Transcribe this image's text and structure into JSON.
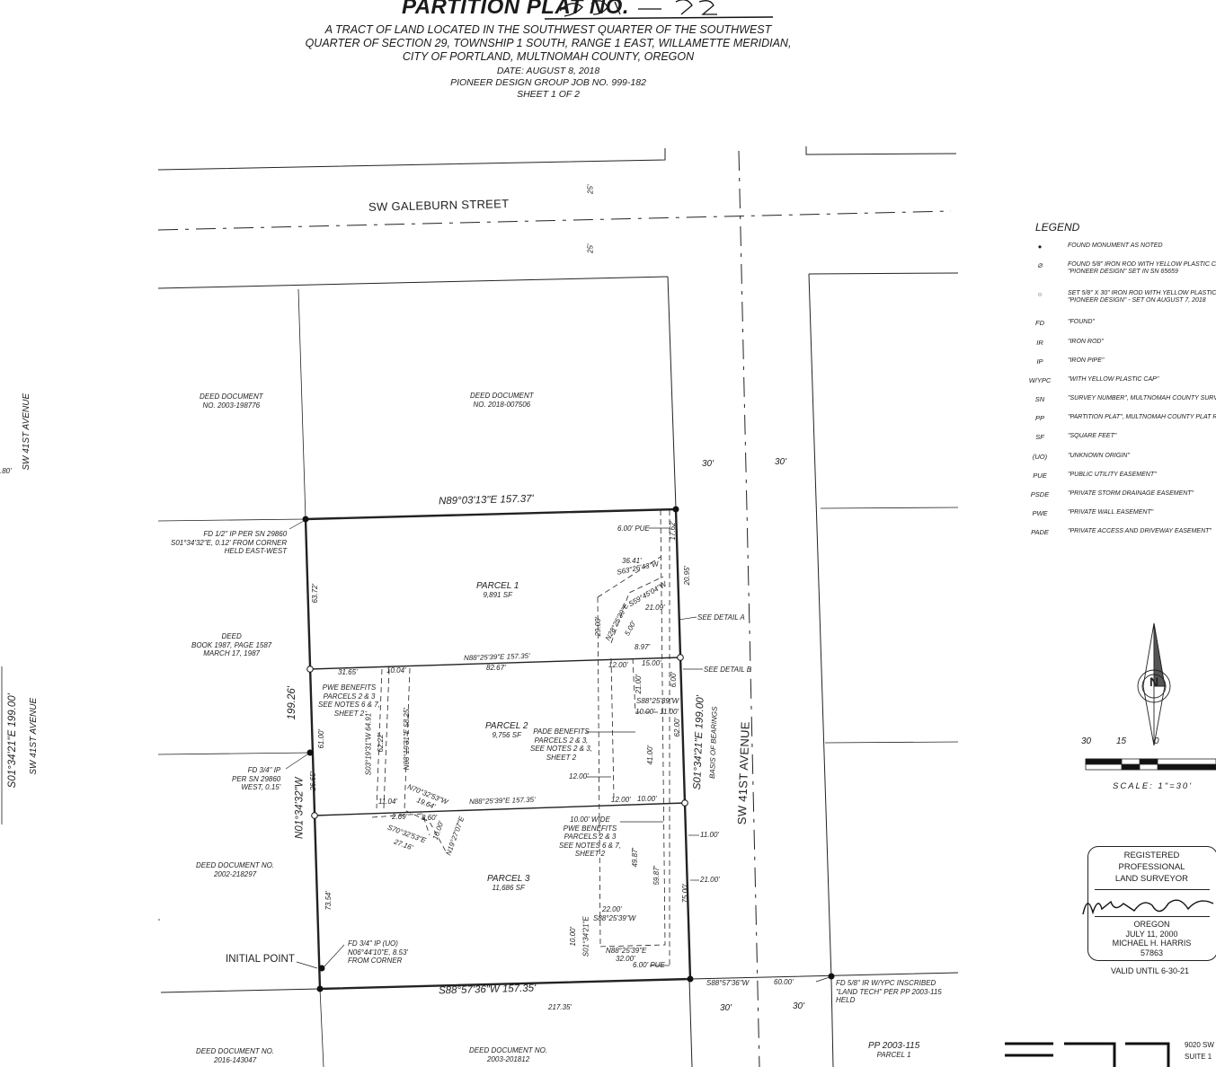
{
  "header": {
    "title": "PARTITION PLAT NO.",
    "plat_number_handwritten": "2021-32",
    "desc_line1": "A TRACT OF LAND LOCATED IN THE SOUTHWEST QUARTER OF THE SOUTHWEST",
    "desc_line2": "QUARTER OF SECTION 29, TOWNSHIP 1 SOUTH, RANGE 1 EAST, WILLAMETTE MERIDIAN,",
    "desc_line3": "CITY OF PORTLAND, MULTNOMAH COUNTY, OREGON",
    "date": "DATE: AUGUST 8, 2018",
    "job": "PIONEER DESIGN GROUP JOB NO. 999-182",
    "sheet": "SHEET 1 OF 2"
  },
  "streets": {
    "galeburn": "SW GALEBURN STREET",
    "galeburn_width_north": "25'",
    "galeburn_width_south": "25'",
    "sw41": "SW 41ST AVENUE",
    "sw41_width_west": "30'",
    "sw41_width_east": "30'",
    "sw41_width_west_bottom": "30'",
    "sw41_width_east_bottom": "30'",
    "left_margin_1": "SW 41ST AVENUE",
    "left_margin_2": "SW 41ST AVENUE",
    "left_margin_bearing": "S01°34'21\"E 199.00'",
    "left_margin_clip": ".80'"
  },
  "deeds": {
    "nw": [
      "DEED DOCUMENT",
      "NO. 2003-198776"
    ],
    "n": [
      "DEED DOCUMENT",
      "NO. 2018-007506"
    ],
    "w": [
      "DEED",
      "BOOK 1987, PAGE 1587",
      "MARCH 17, 1987"
    ],
    "sw": [
      "DEED DOCUMENT NO.",
      "2002-218297"
    ],
    "s1": [
      "DEED DOCUMENT NO.",
      "2016-143047"
    ],
    "s2": [
      "DEED DOCUMENT NO.",
      "2003-201812"
    ],
    "se": [
      "PP 2003-115",
      "PARCEL 1"
    ]
  },
  "parcels": {
    "p1": {
      "name": "PARCEL 1",
      "area": "9,891 SF"
    },
    "p2": {
      "name": "PARCEL 2",
      "area": "9,756 SF"
    },
    "p3": {
      "name": "PARCEL 3",
      "area": "11,686 SF"
    }
  },
  "bearings": {
    "north": "N89°03'13\"E 157.37'",
    "south": "S88°57'36\"W 157.35'",
    "south_total": "217.35'",
    "west_total": "199.26'",
    "west_bearing": "N01°34'32\"W",
    "east_bearing": "S01°34'21\"E 199.00'",
    "basis": "BASIS OF BEARINGS",
    "line12": "N88°25'39\"E 157.35'",
    "line12_part": "82.67'",
    "line23": "N88°25'39\"E 157.35'",
    "seg_w1": "63.72'",
    "seg_w2": "61.00'",
    "seg_w3": "26.65'",
    "seg_w4": "73.54'",
    "seg_e1": "17.62'",
    "seg_e2": "20.95'",
    "seg_e3": "62.00'",
    "seg_e4": "75.00'",
    "s_east_tie": "S88°57'36\"W",
    "s_east_tie_dist": "60.00'"
  },
  "monuments": {
    "nw": [
      "FD 1/2\" IP PER SN 29860",
      "S01°34'32\"E, 0.12' FROM CORNER",
      "HELD EAST-WEST"
    ],
    "w": [
      "FD 3/4\" IP",
      "PER SN 29860",
      "WEST, 0.15'"
    ],
    "sw": [
      "FD 3/4\" IP (UO)",
      "N06°44'10\"E, 8.53'",
      "FROM CORNER"
    ],
    "se": [
      "FD 5/8\" IR W/YPC INSCRIBED",
      "\"LAND TECH\" PER PP 2003-115",
      "HELD"
    ],
    "initial_point": "INITIAL POINT"
  },
  "easements": {
    "pue_top": "6.00' PUE",
    "pue_bot": "6.00' PUE",
    "pwe1": [
      "PWE BENEFITS",
      "PARCELS 2 & 3",
      "SEE NOTES 6 & 7,",
      "SHEET 2"
    ],
    "pwe2": [
      "10.00' WIDE",
      "PWE BENEFITS",
      "PARCELS 2 & 3",
      "SEE NOTES 6 & 7,",
      "SHEET 2"
    ],
    "pade": [
      "PADE BENEFITS",
      "PARCELS 2 & 3,",
      "SEE NOTES 2 & 3,",
      "SHEET 2"
    ],
    "detail_a": "SEE DETAIL A",
    "detail_b": "SEE DETAIL B"
  },
  "dims": {
    "d3641": "36.41'",
    "b_s63": "S63°26'43\"W",
    "b_s59": "S59°45'04\"W",
    "d2109": "21.09'",
    "b_n28": "N28°25'39\"E",
    "d500": "5.00'",
    "d2900": "29.00'",
    "d897": "8.97'",
    "d1200a": "12.00'",
    "d1500": "15.00'",
    "d600": "6.00'",
    "d2100a": "21.00'",
    "b_s88a": "S88°25'39\"W",
    "d1000a": "10.00'",
    "d1100a": "11.00'",
    "d3165": "31.65'",
    "d1004": "10.04'",
    "b_s03": "S03°19'31\"W 64.91'",
    "d6222": "62.22'",
    "b_n03": "N03°19'31\"E 58.25'",
    "b_n70": "N70°32'53\"W",
    "d1964": "19.64'",
    "d1104": "11.04'",
    "d269": "2.69'",
    "d860": "8.60'",
    "b_s70": "S70°32'53\"E",
    "d2716": "27.16'",
    "b_n19": "N19°27'07\"E",
    "d1000b": "10.00'",
    "d1200b": "12.00'",
    "d1200c": "12.00'",
    "d1000c": "10.00'",
    "d4100": "41.00'",
    "d4987": "49.87'",
    "d5987": "59.87'",
    "d1100b": "11.00'",
    "d2100b": "21.00'",
    "d2200": "22.00'",
    "b_s88b": "S88°25'39\"W",
    "d1000d": "10.00'",
    "b_s01": "S01°34'21\"E",
    "b_n88": "N88°25'39\"E",
    "d3200": "32.00'"
  },
  "legend": {
    "title": "LEGEND",
    "items": [
      {
        "sym": "●",
        "text": "FOUND MONUMENT AS NOTED"
      },
      {
        "sym": "⊘",
        "text": "FOUND 5/8\" IRON ROD WITH YELLOW PLASTIC CAP\n\"PIONEER DESIGN\" SET IN SN 65659"
      },
      {
        "sym": "○",
        "text": "SET 5/8\" X 30\" IRON ROD WITH YELLOW PLASTIC C\n\"PIONEER DESIGN\" - SET ON AUGUST 7, 2018"
      },
      {
        "sym": "FD",
        "text": "\"FOUND\""
      },
      {
        "sym": "IR",
        "text": "\"IRON ROD\""
      },
      {
        "sym": "IP",
        "text": "\"IRON PIPE\""
      },
      {
        "sym": "W/YPC",
        "text": "\"WITH YELLOW PLASTIC CAP\""
      },
      {
        "sym": "SN",
        "text": "\"SURVEY NUMBER\", MULTNOMAH COUNTY SURVE"
      },
      {
        "sym": "PP",
        "text": "\"PARTITION PLAT\", MULTNOMAH COUNTY PLAT RE"
      },
      {
        "sym": "SF",
        "text": "\"SQUARE FEET\""
      },
      {
        "sym": "(UO)",
        "text": "\"UNKNOWN ORIGIN\""
      },
      {
        "sym": "PUE",
        "text": "\"PUBLIC UTILITY EASEMENT\""
      },
      {
        "sym": "PSDE",
        "text": "\"PRIVATE STORM DRAINAGE EASEMENT\""
      },
      {
        "sym": "PWE",
        "text": "\"PRIVATE WALL EASEMENT\""
      },
      {
        "sym": "PADE",
        "text": "\"PRIVATE ACCESS AND DRIVEWAY EASEMENT\""
      }
    ]
  },
  "north_arrow": {
    "letter": "N"
  },
  "scale": {
    "n30": "30",
    "n15": "15",
    "n0": "0",
    "label": "SCALE: 1\"=30'"
  },
  "stamp": {
    "line1": "REGISTERED",
    "line2": "PROFESSIONAL",
    "line3": "LAND SURVEYOR",
    "state": "OREGON",
    "date": "JULY 11, 2000",
    "name": "MICHAEL H. HARRIS",
    "number": "57863",
    "valid": "VALID UNTIL 6-30-21"
  },
  "address": {
    "l1": "9020 SW",
    "l2": "SUITE 1"
  },
  "colors": {
    "ink": "#1a1a1a",
    "paper": "#ffffff"
  }
}
